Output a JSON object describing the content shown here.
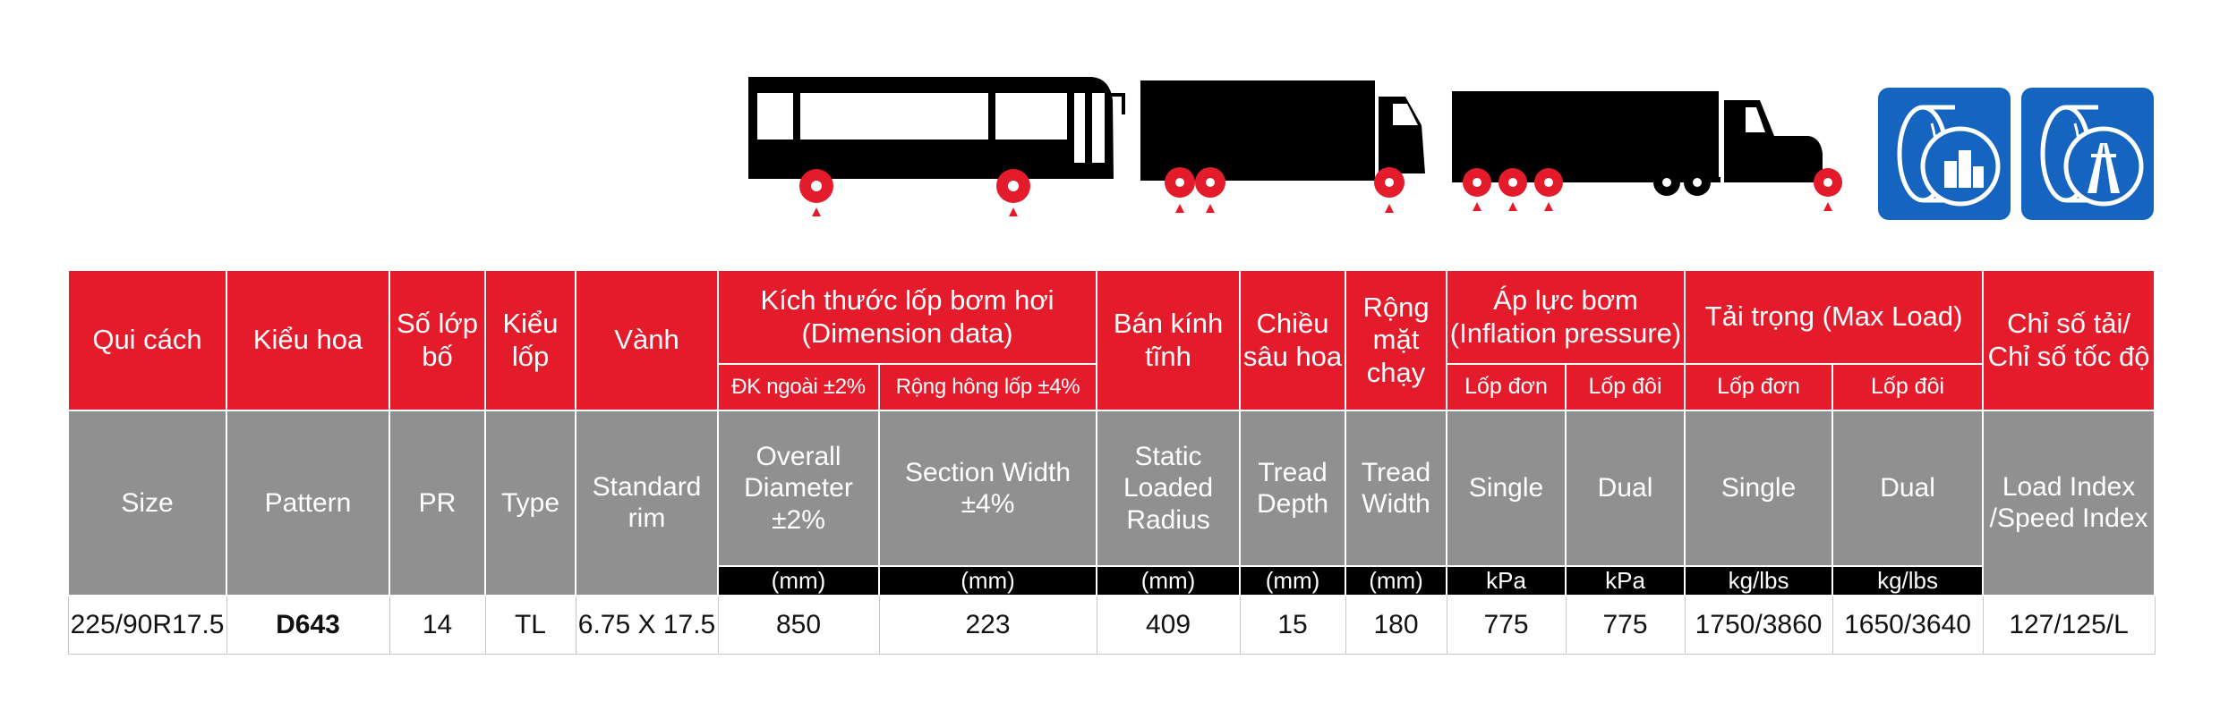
{
  "header": {
    "col1": "Qui cách",
    "col2": "Kiểu hoa",
    "col3": "Số lớp bố",
    "col4": "Kiểu lốp",
    "col5": "Vành",
    "col6": "Kích thước lốp bơm hơi (Dimension data)",
    "col6a": "ĐK ngoài ±2%",
    "col6b": "Rộng hông lốp ±4%",
    "col7": "Bán kính tĩnh",
    "col8": "Chiều sâu hoa",
    "col9": "Rộng mặt chạy",
    "col10": "Áp lực bơm (Inflation pressure)",
    "col10a": "Lốp đơn",
    "col10b": "Lốp đôi",
    "col11": "Tải trọng (Max Load)",
    "col11a": "Lốp đơn",
    "col11b": "Lốp đôi",
    "col12": "Chỉ số tải/ Chỉ số tốc độ"
  },
  "english": {
    "size": "Size",
    "pattern": "Pattern",
    "pr": "PR",
    "type": "Type",
    "rim": "Standard rim",
    "od": "Overall Diameter ±2%",
    "sw": "Section Width ±4%",
    "slr": "Static Loaded Radius",
    "td": "Tread Depth",
    "tw": "Tread Width",
    "single_p": "Single",
    "dual_p": "Dual",
    "single_l": "Single",
    "dual_l": "Dual",
    "li": "Load Index /Speed Index"
  },
  "units": {
    "od": "(mm)",
    "sw": "(mm)",
    "slr": "(mm)",
    "td": "(mm)",
    "tw": "(mm)",
    "single_p": "kPa",
    "dual_p": "kPa",
    "single_l": "kg/lbs",
    "dual_l": "kg/lbs"
  },
  "row": {
    "size": "225/90R17.5",
    "pattern": "D643",
    "pr": "14",
    "type": "TL",
    "rim": "6.75 X 17.5",
    "od": "850",
    "sw": "223",
    "slr": "409",
    "td": "15",
    "tw": "180",
    "single_p": "775",
    "dual_p": "775",
    "single_l": "1750/3860",
    "dual_l": "1650/3640",
    "li": "127/125/L"
  },
  "icons": [
    "bus-icon",
    "rigid-truck-icon",
    "semi-trailer-truck-icon",
    "city-road-icon",
    "highway-icon"
  ],
  "colors": {
    "red": "#e41b2b",
    "gray": "#909090",
    "blue": "#1565c0",
    "black": "#000000"
  }
}
